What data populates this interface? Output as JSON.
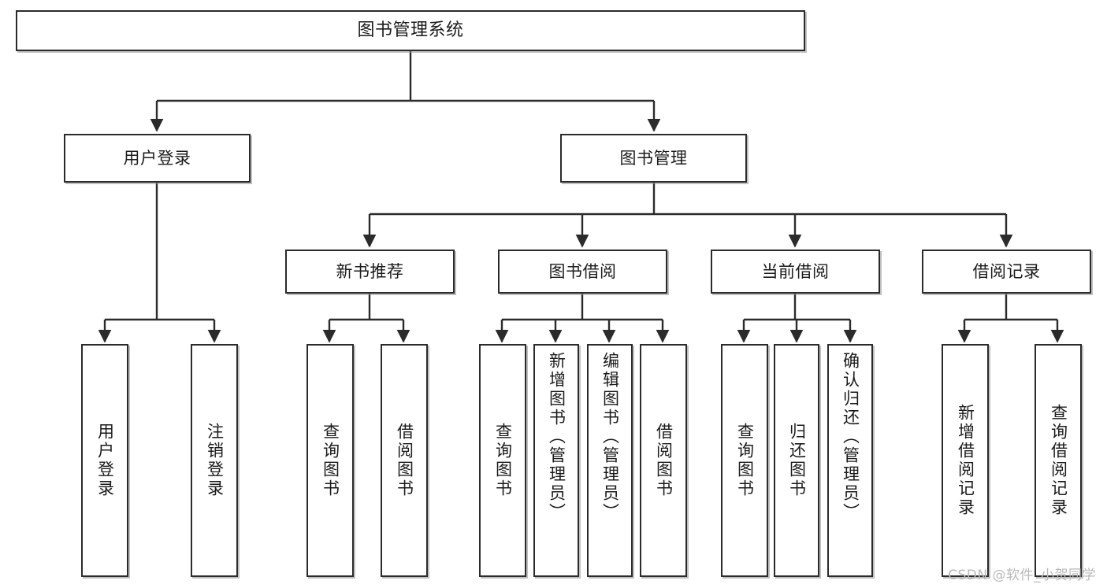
{
  "diagram": {
    "type": "tree",
    "title": "图书管理系统",
    "colors": {
      "box_border": "#2b2b2b",
      "box_fill": "#ffffff",
      "edge": "#2b2b2b",
      "background": "#ffffff",
      "watermark": "#b9b9b9"
    },
    "levels": {
      "root": [
        "图书管理系统"
      ],
      "level2": [
        "用户登录",
        "图书管理"
      ],
      "level3": [
        "新书推荐",
        "图书借阅",
        "当前借阅",
        "借阅记录"
      ],
      "leaves": [
        "用户登录",
        "注销登录",
        "查询图书",
        "借阅图书",
        "查询图书",
        "新增图书（管理员）",
        "编辑图书（管理员）",
        "借阅图书",
        "查询图书",
        "归还图书",
        "确认归还（管理员）",
        "新增借阅记录",
        "查询借阅记录"
      ]
    },
    "nodes": {
      "root": {
        "label": "图书管理系统"
      },
      "user_login": {
        "label": "用户登录"
      },
      "book_manage": {
        "label": "图书管理"
      },
      "new_book_rec": {
        "label": "新书推荐"
      },
      "book_borrow": {
        "label": "图书借阅"
      },
      "current_borrow": {
        "label": "当前借阅"
      },
      "borrow_record": {
        "label": "借阅记录"
      },
      "leaf_user_login": {
        "label": "用户登录"
      },
      "leaf_logout": {
        "label": "注销登录"
      },
      "leaf_query_book_1": {
        "label": "查询图书"
      },
      "leaf_borrow_book_1": {
        "label": "借阅图书"
      },
      "leaf_query_book_2": {
        "label": "查询图书"
      },
      "leaf_add_book": {
        "label": "新增图书（管理员）"
      },
      "leaf_edit_book": {
        "label": "编辑图书（管理员）"
      },
      "leaf_borrow_book_2": {
        "label": "借阅图书"
      },
      "leaf_query_book_3": {
        "label": "查询图书"
      },
      "leaf_return_book": {
        "label": "归还图书"
      },
      "leaf_confirm_return": {
        "label": "确认归还（管理员）"
      },
      "leaf_add_record": {
        "label": "新增借阅记录"
      },
      "leaf_query_record": {
        "label": "查询借阅记录"
      }
    },
    "edges": [
      {
        "from": "root",
        "to": "user_login"
      },
      {
        "from": "root",
        "to": "book_manage"
      },
      {
        "from": "user_login",
        "to": "leaf_user_login"
      },
      {
        "from": "user_login",
        "to": "leaf_logout"
      },
      {
        "from": "book_manage",
        "to": "new_book_rec"
      },
      {
        "from": "book_manage",
        "to": "book_borrow"
      },
      {
        "from": "book_manage",
        "to": "current_borrow"
      },
      {
        "from": "book_manage",
        "to": "borrow_record"
      },
      {
        "from": "new_book_rec",
        "to": "leaf_query_book_1"
      },
      {
        "from": "new_book_rec",
        "to": "leaf_borrow_book_1"
      },
      {
        "from": "book_borrow",
        "to": "leaf_query_book_2"
      },
      {
        "from": "book_borrow",
        "to": "leaf_add_book"
      },
      {
        "from": "book_borrow",
        "to": "leaf_edit_book"
      },
      {
        "from": "book_borrow",
        "to": "leaf_borrow_book_2"
      },
      {
        "from": "current_borrow",
        "to": "leaf_query_book_3"
      },
      {
        "from": "current_borrow",
        "to": "leaf_return_book"
      },
      {
        "from": "current_borrow",
        "to": "leaf_confirm_return"
      },
      {
        "from": "borrow_record",
        "to": "leaf_add_record"
      },
      {
        "from": "borrow_record",
        "to": "leaf_query_record"
      }
    ]
  },
  "watermark": {
    "text": "CSDN @软件_小贺同学"
  }
}
